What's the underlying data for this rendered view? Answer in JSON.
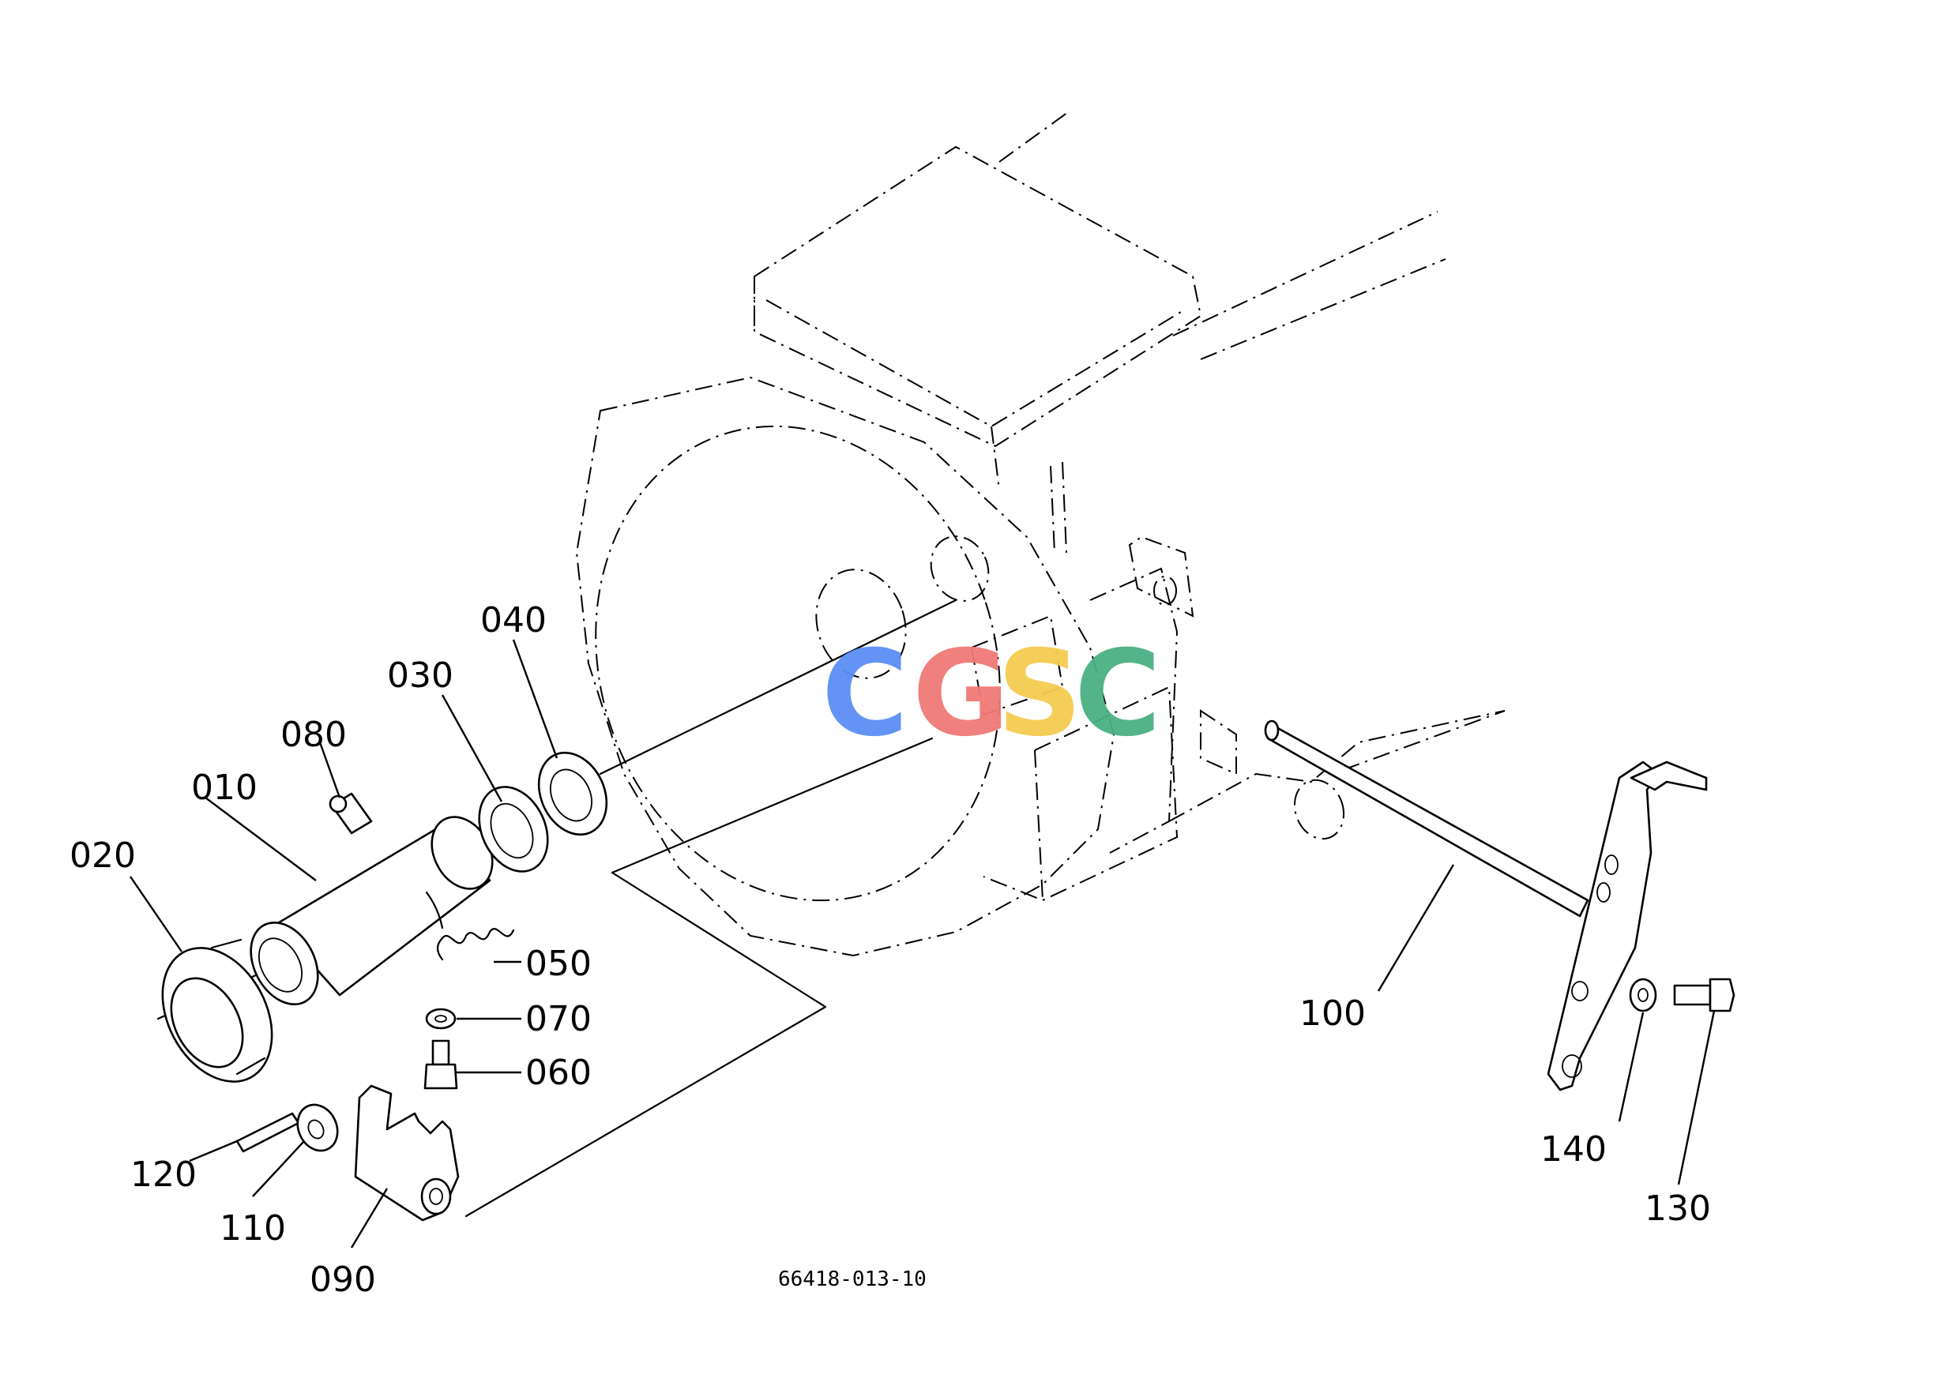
{
  "figure_id": "66418-013-10",
  "watermark": {
    "letters": [
      "C",
      "G",
      "S",
      "C"
    ],
    "colors": [
      "#5b8ff5",
      "#f07a78",
      "#f5cc52",
      "#4bb083"
    ]
  },
  "callouts": [
    {
      "id": "010",
      "label": "010"
    },
    {
      "id": "020",
      "label": "020"
    },
    {
      "id": "030",
      "label": "030"
    },
    {
      "id": "040",
      "label": "040"
    },
    {
      "id": "050",
      "label": "050"
    },
    {
      "id": "060",
      "label": "060"
    },
    {
      "id": "070",
      "label": "070"
    },
    {
      "id": "080",
      "label": "080"
    },
    {
      "id": "090",
      "label": "090"
    },
    {
      "id": "100",
      "label": "100"
    },
    {
      "id": "110",
      "label": "110"
    },
    {
      "id": "120",
      "label": "120"
    },
    {
      "id": "130",
      "label": "130"
    },
    {
      "id": "140",
      "label": "140"
    }
  ]
}
